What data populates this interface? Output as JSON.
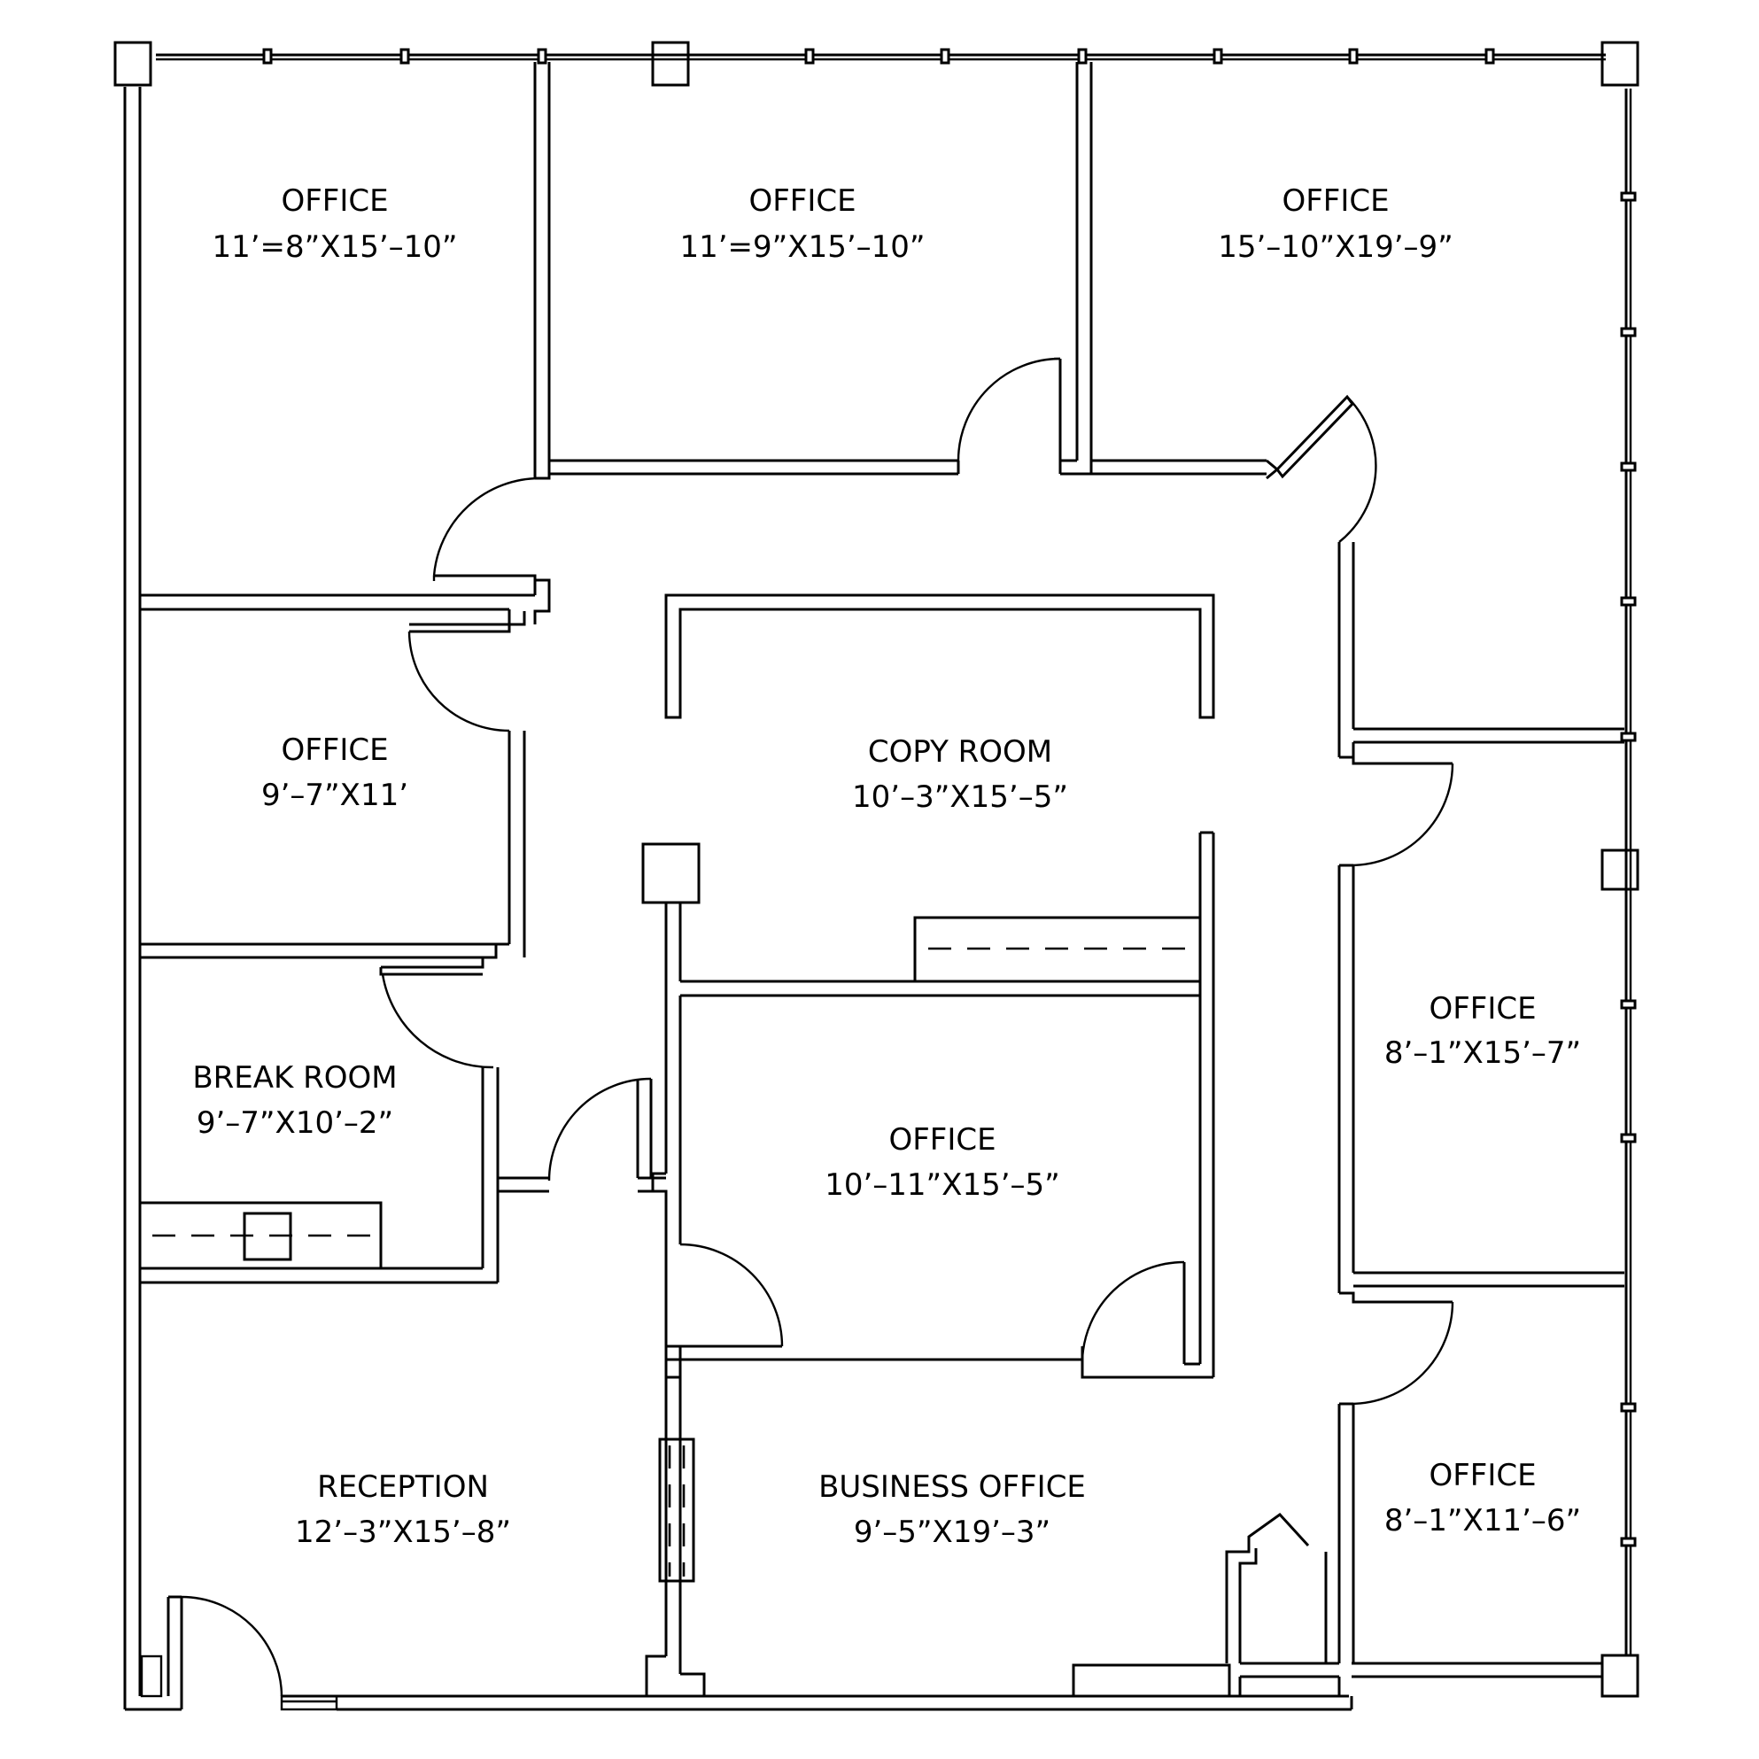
{
  "rooms": [
    {
      "id": "office-1",
      "name": "OFFICE",
      "dims": "11’=8”X15’–10”"
    },
    {
      "id": "office-2",
      "name": "OFFICE",
      "dims": "11’=9”X15’–10”"
    },
    {
      "id": "office-3",
      "name": "OFFICE",
      "dims": "15’–10”X19’–9”"
    },
    {
      "id": "office-4",
      "name": "OFFICE",
      "dims": "9’–7”X11’"
    },
    {
      "id": "copy-room",
      "name": "COPY ROOM",
      "dims": "10’–3”X15’–5”"
    },
    {
      "id": "office-5",
      "name": "OFFICE",
      "dims": "8’–1”X15’–7”"
    },
    {
      "id": "break-room",
      "name": "BREAK ROOM",
      "dims": "9’–7”X10’–2”"
    },
    {
      "id": "office-6",
      "name": "OFFICE",
      "dims": "10’–11”X15’–5”"
    },
    {
      "id": "reception",
      "name": "RECEPTION",
      "dims": "12’–3”X15’–8”"
    },
    {
      "id": "business-office",
      "name": "BUSINESS OFFICE",
      "dims": "9’–5”X19’–3”"
    },
    {
      "id": "office-7",
      "name": "OFFICE",
      "dims": "8’–1”X11’–6”"
    }
  ]
}
